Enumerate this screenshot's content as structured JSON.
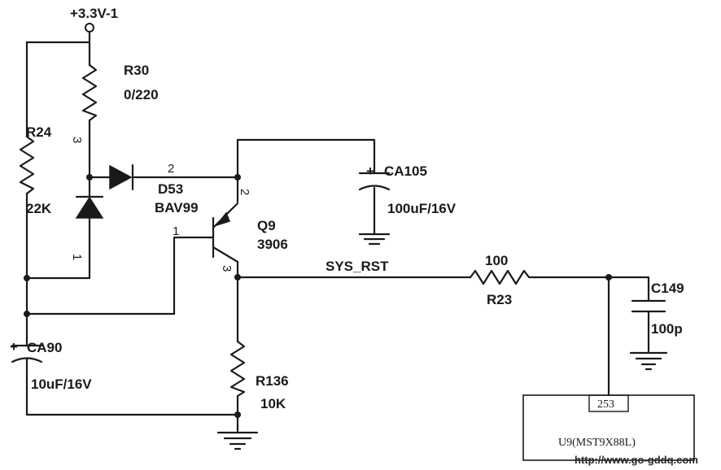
{
  "supply": {
    "label": "+3.3V-1"
  },
  "components": {
    "r30": {
      "ref": "R30",
      "value": "0/220"
    },
    "r24": {
      "ref": "R24",
      "value": "22K"
    },
    "d53": {
      "ref": "D53",
      "value": "BAV99",
      "pins": {
        "p1": "1",
        "p2": "2",
        "p3": "3"
      }
    },
    "q9": {
      "ref": "Q9",
      "value": "3906",
      "pins": {
        "p1": "1",
        "p2": "2",
        "p3": "3"
      }
    },
    "ca105": {
      "ref": "CA105",
      "value": "100uF/16V",
      "polarity": "+"
    },
    "ca90": {
      "ref": "CA90",
      "value": "10uF/16V",
      "polarity": "+"
    },
    "r136": {
      "ref": "R136",
      "value": "10K"
    },
    "r23": {
      "ref": "R23",
      "value": "100"
    },
    "c149": {
      "ref": "C149",
      "value": "100p"
    },
    "u9": {
      "label": "U9(MST9X88L)",
      "pin": "253"
    }
  },
  "nets": {
    "sys_rst": "SYS_RST"
  },
  "watermark": "http://www.go-gddq.com"
}
